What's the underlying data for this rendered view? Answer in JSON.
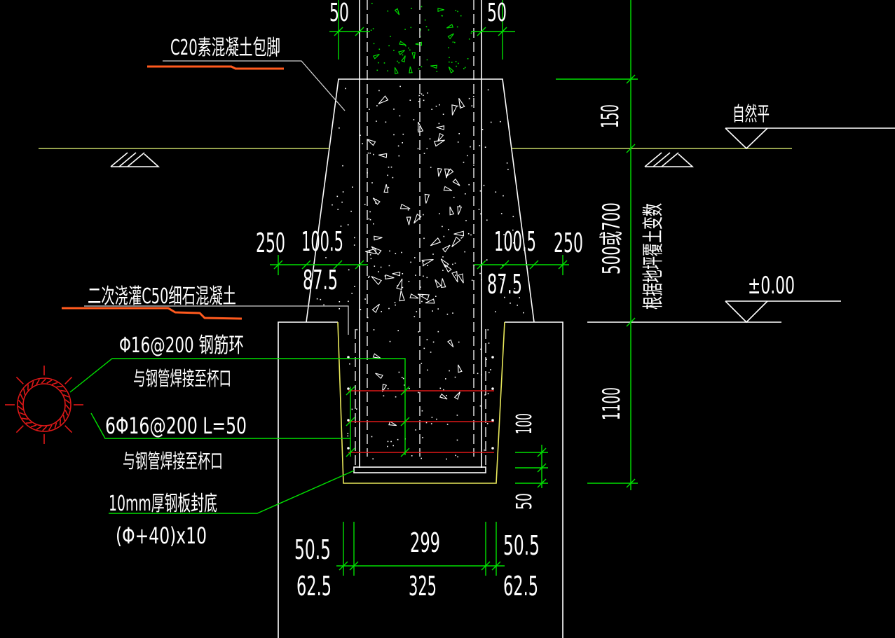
{
  "colors": {
    "background": "#000000",
    "structure": "#ffffff",
    "dimension": "#00e000",
    "rebar": "#e01818",
    "highlight": "#ff5a1e",
    "cup": "#e8e85a",
    "ground": "#c8d868",
    "leader": "#d0d0d0"
  },
  "top_dims": {
    "left": "50",
    "right": "50"
  },
  "labels": {
    "c20_encasement": "C20素混凝土包脚",
    "natural_grade": "自然平",
    "secondary_grout": "二次浇灌C50细石混凝土",
    "elevation_zero": "±0.00",
    "rebar_ring_line1": "Φ16@200  钢筋环",
    "rebar_ring_line2": "与钢管焊接至杯口",
    "bars_line1": "6Φ16@200  L=50",
    "bars_line2": "与钢管焊接至杯口",
    "base_plate_line1": "10mm厚钢板封底",
    "base_plate_line2": "(Φ+40)x10"
  },
  "vertical_dims": {
    "d150": "150",
    "d500_700": "500或700",
    "note": "根据地坪覆土变数",
    "d1100": "1100",
    "d100": "100",
    "d50": "50"
  },
  "mid_dims": {
    "left_250": "250",
    "left_100_5": "100.5",
    "left_87_5": "87.5",
    "right_100_5": "100.5",
    "right_250": "250",
    "right_87_5": "87.5"
  },
  "bottom_dims": {
    "left_50_5": "50.5",
    "center_299": "299",
    "right_50_5": "50.5",
    "left_62_5": "62.5",
    "center_325": "325",
    "right_62_5": "62.5"
  }
}
